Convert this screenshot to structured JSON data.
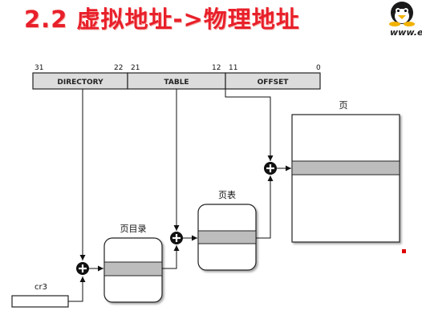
{
  "slide": {
    "title": "2.2 虚拟地址->物理地址",
    "logo_text": "www.e"
  },
  "address": {
    "bit_labels": [
      "31",
      "22",
      "21",
      "12",
      "11",
      "0"
    ],
    "fields": [
      "DIRECTORY",
      "TABLE",
      "OFFSET"
    ]
  },
  "labels": {
    "page": "页",
    "page_table": "页表",
    "page_directory": "页目录",
    "cr3": "cr3"
  },
  "colors": {
    "title": "#e8202a",
    "field_fill": "#dcdcdc",
    "entry_fill": "#bdbdbd",
    "red_dot": "#e00000"
  },
  "icons": [
    "penguin-logo-icon",
    "adder-icon"
  ]
}
